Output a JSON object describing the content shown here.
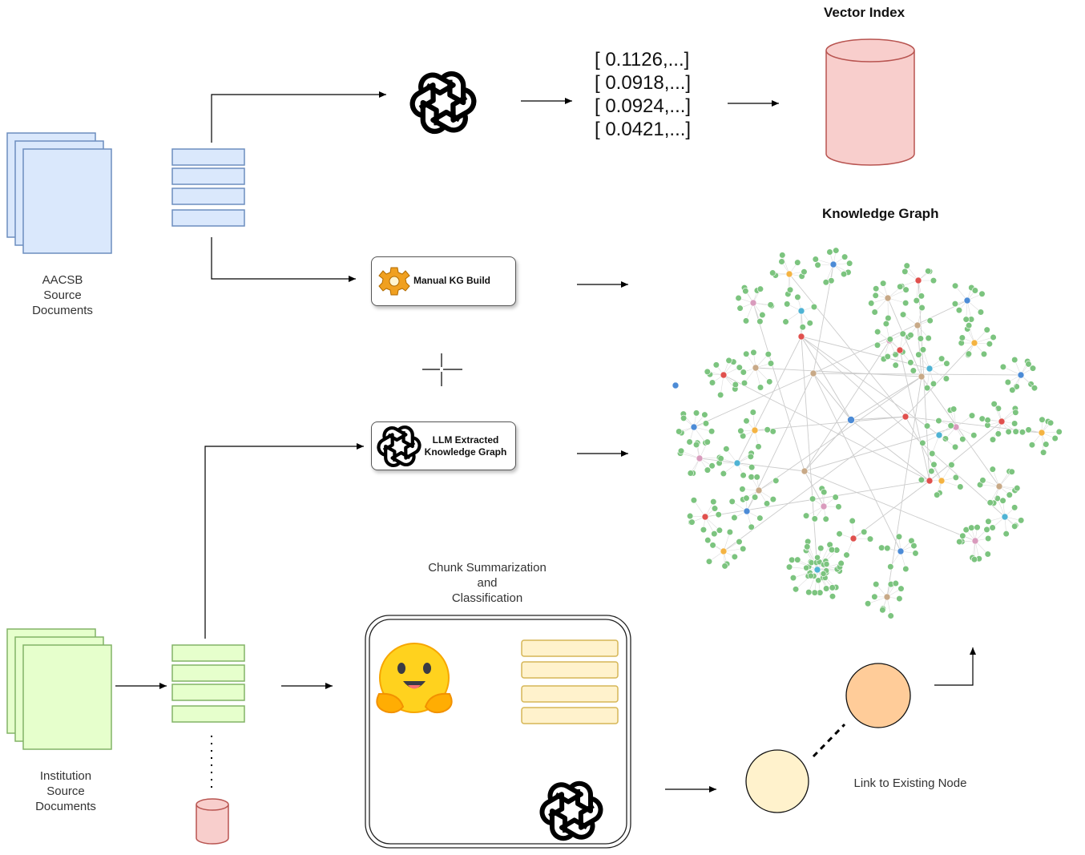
{
  "labels": {
    "aacsb": [
      "AACSB",
      "Source",
      "Documents"
    ],
    "institution": [
      "Institution",
      "Source",
      "Documents"
    ],
    "vector_index": "Vector Index",
    "knowledge_graph": "Knowledge Graph",
    "manual_kg": "Manual KG Build",
    "llm_kg": [
      "LLM Extracted",
      "Knowledge Graph"
    ],
    "chunk_summ": [
      "Chunk Summarization",
      "and",
      "Classification"
    ],
    "link_existing": "Link to Existing Node"
  },
  "vectors": [
    "[ 0.1126,...]",
    "[ 0.0918,...]",
    "[ 0.0924,...]",
    "[ 0.0421,...]"
  ],
  "icons": {
    "openai": "openai-logo-icon",
    "gear": "gear-icon",
    "hugging_face": "hugging-face-icon",
    "database": "database-cylinder-icon",
    "plus": "plus-icon"
  },
  "colors": {
    "blue_doc": "#dae8fc",
    "blue_stroke": "#6c8ebf",
    "green_doc": "#e6ffcc",
    "green_stroke": "#82b366",
    "red_cyl": "#f8cecc",
    "red_stroke": "#b85450",
    "yellow_chunk": "#fff2cc",
    "yellow_stroke": "#d6b656",
    "orange_node": "#ffcc99",
    "kg_leaf": "#7cc47f",
    "kg_hub_blue": "#4c8bd6",
    "kg_hub_orange": "#f4b342",
    "kg_hub_pink": "#d99bbd",
    "kg_hub_teal": "#4fb3d4",
    "kg_hub_red": "#e0504d",
    "kg_hub_tan": "#c8a987"
  }
}
